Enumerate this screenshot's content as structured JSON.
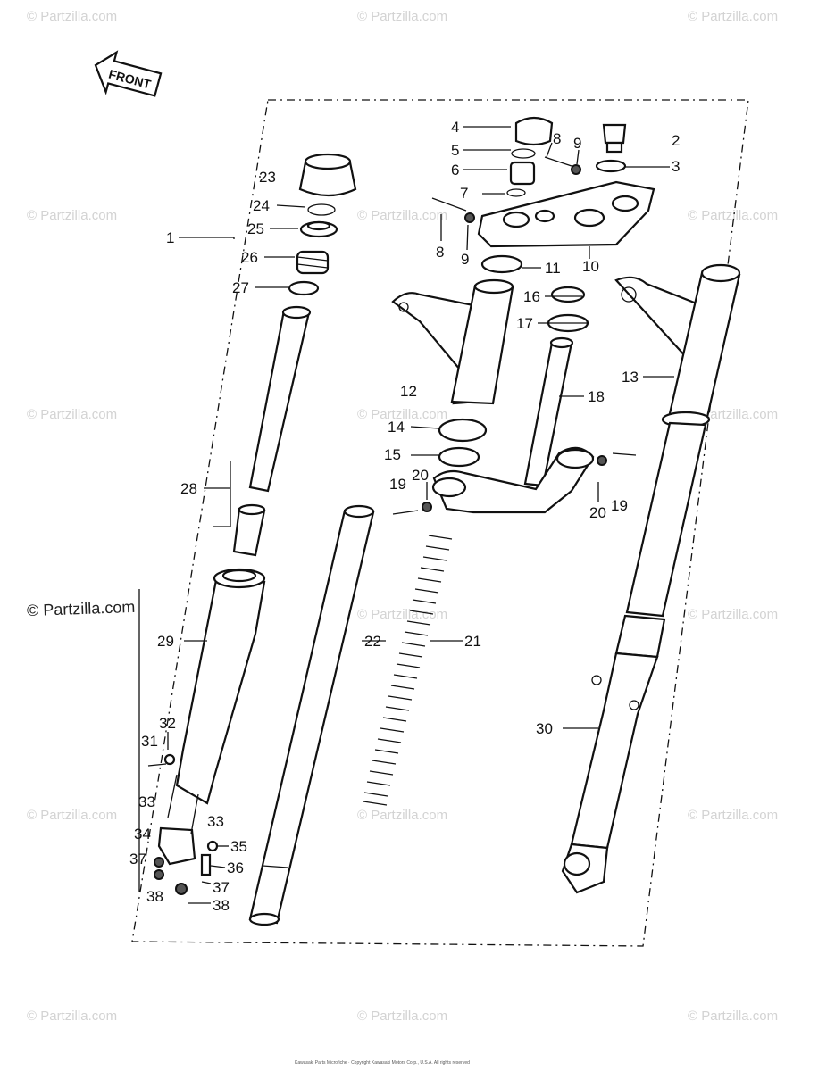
{
  "watermark": {
    "text": "© Partzilla.com"
  },
  "copyright_text": "© Partzilla.com",
  "front_arrow": {
    "label": "FRONT"
  },
  "callouts": [
    "1",
    "2",
    "3",
    "4",
    "5",
    "6",
    "7",
    "8",
    "8",
    "9",
    "9",
    "10",
    "11",
    "12",
    "13",
    "14",
    "15",
    "16",
    "17",
    "18",
    "19",
    "19",
    "20",
    "20",
    "21",
    "22",
    "23",
    "24",
    "25",
    "26",
    "27",
    "28",
    "29",
    "30",
    "31",
    "32",
    "33",
    "33",
    "34",
    "35",
    "36",
    "37",
    "37",
    "38",
    "38"
  ],
  "fine_print": "Kawasaki Parts Microfiche · Copyright Kawasaki Motors Corp., U.S.A. All rights reserved",
  "colors": {
    "ink": "#111111",
    "watermark": "#d3d3d3",
    "background": "#ffffff"
  }
}
